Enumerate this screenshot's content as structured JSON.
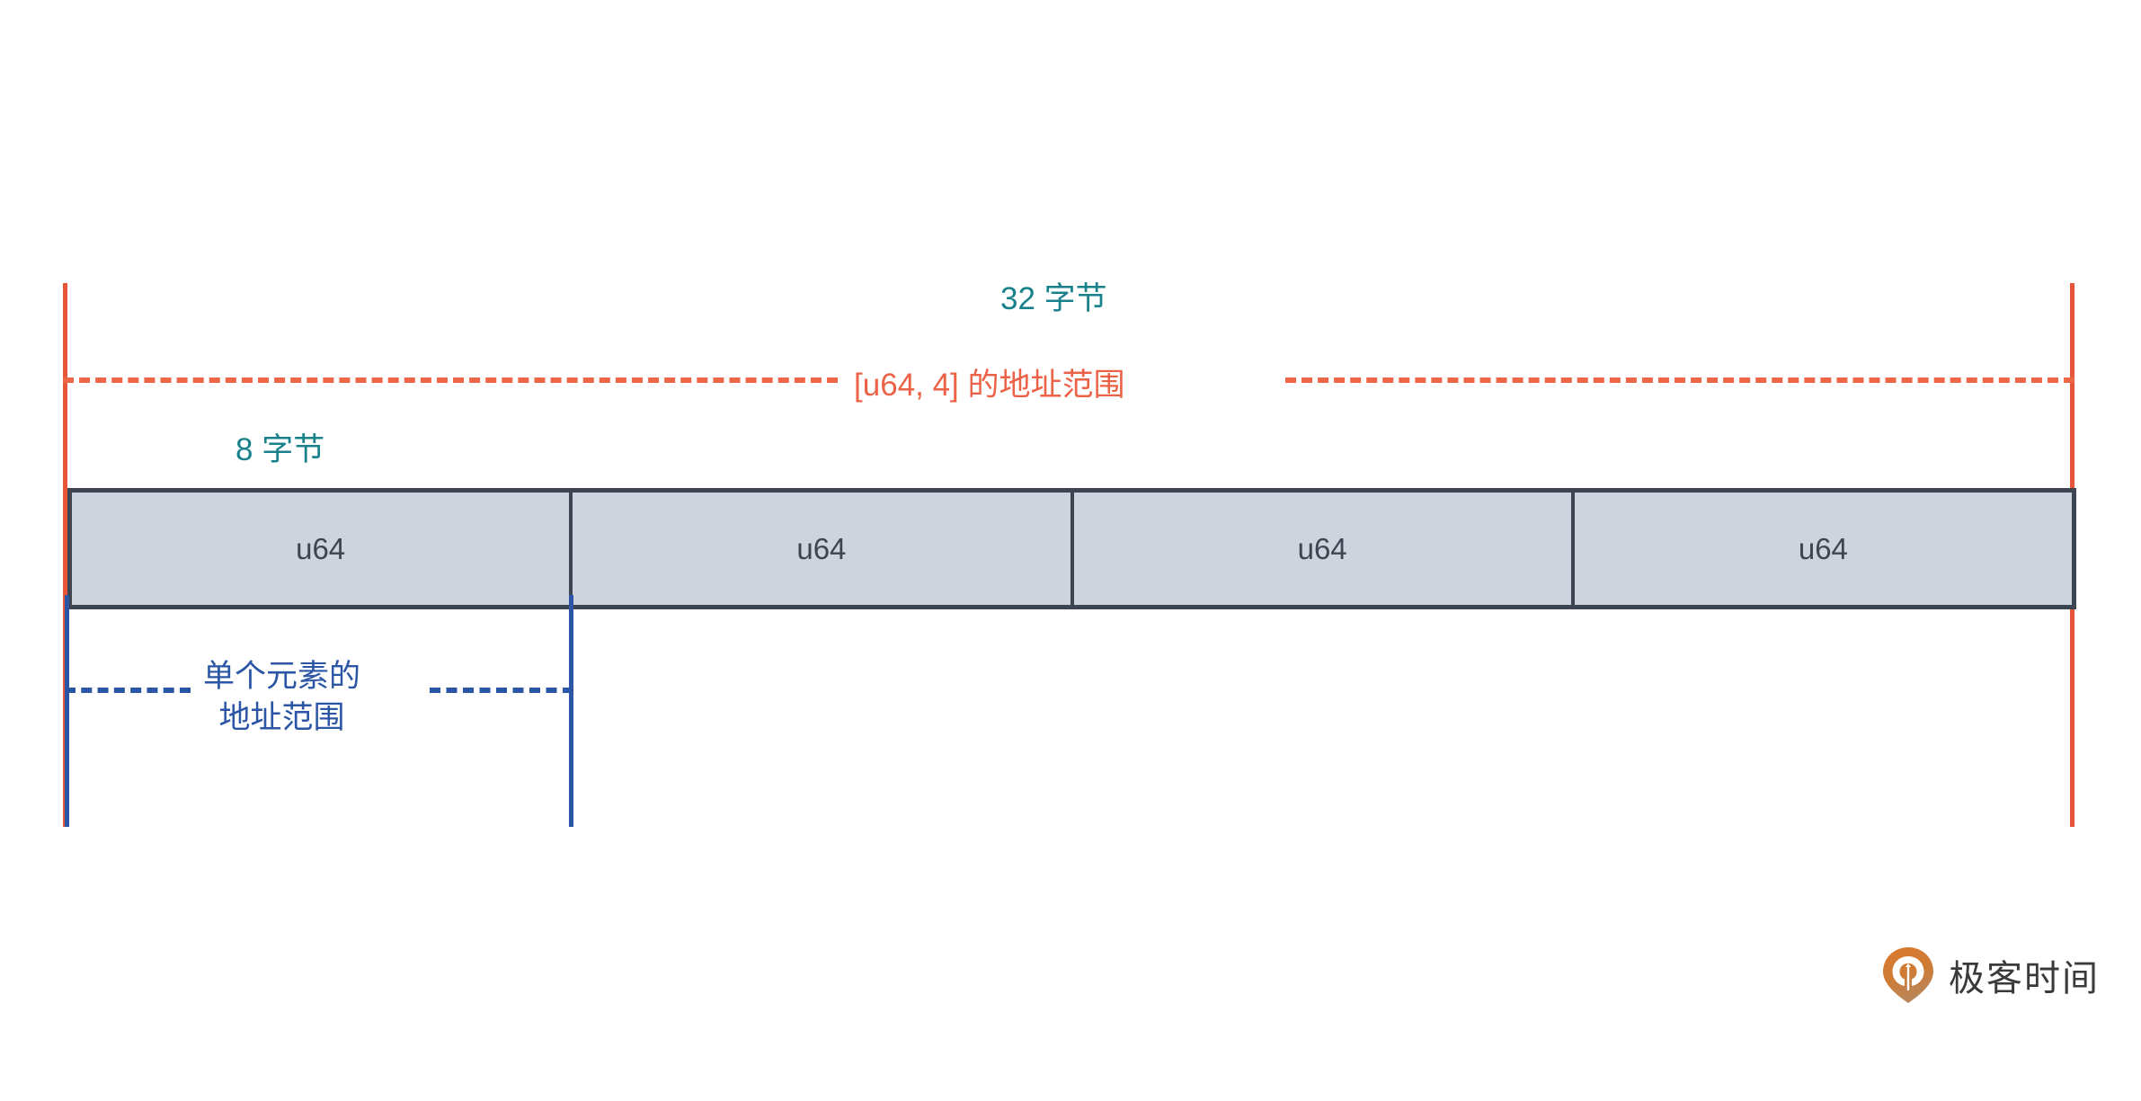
{
  "diagram": {
    "title_total": "32 字节",
    "title_element": "8 字节",
    "range_array_label": "[u64, 4] 的地址范围",
    "range_element_label_line1": "单个元素的",
    "range_element_label_line2": "地址范围",
    "cells": [
      {
        "label": "u64"
      },
      {
        "label": "u64"
      },
      {
        "label": "u64"
      },
      {
        "label": "u64"
      }
    ],
    "colors": {
      "teal": "#18818b",
      "orange": "#ec6247",
      "blue": "#2b56a6",
      "cell_fill": "#ced3dd",
      "cell_border": "#3d4552",
      "cell_text": "#3d4552"
    }
  },
  "watermark": {
    "brand": "极客时间",
    "icon": "geek-time-pin-logo"
  },
  "chart_data": {
    "type": "diagram",
    "title": "32 字节",
    "description": "Memory layout of a [u64, 4] array: 4 contiguous u64 elements of 8 bytes each, totaling 32 bytes.",
    "total_bytes": 32,
    "element_bytes": 8,
    "element_count": 4,
    "element_type": "u64",
    "annotations": [
      {
        "text": "32 字节",
        "color": "#18818b",
        "scope": "whole-array"
      },
      {
        "text": "[u64, 4] 的地址范围",
        "color": "#ec6247",
        "scope": "whole-array"
      },
      {
        "text": "8 字节",
        "color": "#18818b",
        "scope": "single-element"
      },
      {
        "text": "单个元素的地址范围",
        "color": "#2b56a6",
        "scope": "single-element"
      }
    ]
  }
}
